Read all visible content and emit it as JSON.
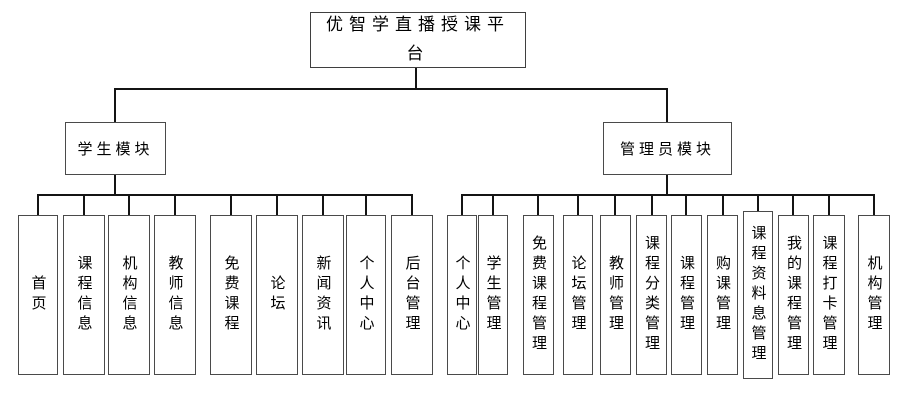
{
  "root": {
    "title": "优智学直播授课平台"
  },
  "branches": {
    "student": {
      "label": "学生模块",
      "items": [
        "首页",
        "课程信息",
        "机构信息",
        "教师信息",
        "免费课程",
        "论坛",
        "新闻资讯",
        "个人中心",
        "后台管理"
      ]
    },
    "admin": {
      "label": "管理员模块",
      "items": [
        "个人中心",
        "学生管理",
        "免费课程管理",
        "论坛管理",
        "教师管理",
        "课程分类管理",
        "课程管理",
        "购课管理",
        "课程资料息管理",
        "我的课程管理",
        "课程打卡管理",
        "机构管理"
      ]
    }
  },
  "colors": {
    "border": "#4a4a4a",
    "line": "#141414",
    "background": "#ffffff",
    "text": "#000000"
  }
}
